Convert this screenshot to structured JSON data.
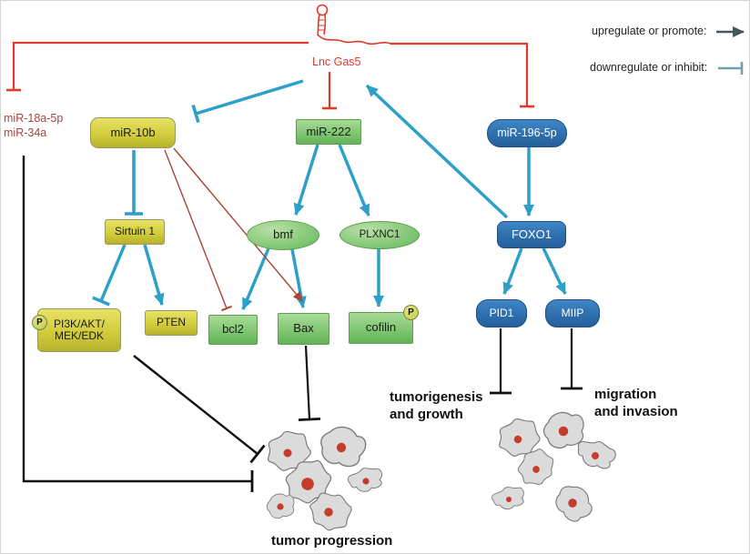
{
  "legend": {
    "promote": "upregulate or promote:",
    "inhibit": "downregulate or inhibit:"
  },
  "nodes": {
    "lnc_gas5": "Lnc Gas5",
    "mir_18a_5p": "miR-18a-5p",
    "mir_34a": "miR-34a",
    "mir_10b": "miR-10b",
    "mir_222": "miR-222",
    "mir_196_5p": "miR-196-5p",
    "sirtuin_1": "Sirtuin 1",
    "pi3k_line1": "PI3K/AKT/",
    "pi3k_line2": "MEK/EDK",
    "pten": "PTEN",
    "bcl2": "bcl2",
    "bax": "Bax",
    "bmf": "bmf",
    "plxnc1": "PLXNC1",
    "cofilin": "cofilin",
    "foxo1": "FOXO1",
    "pid1": "PID1",
    "miip": "MIIP",
    "phospho_badge": "P"
  },
  "outcomes": {
    "tumorigenesis": "tumorigenesis and growth",
    "migration": "migration and invasion",
    "tumor_progression": "tumor progression"
  },
  "colors": {
    "red": "#e2392b",
    "brick_red": "#a94436",
    "teal": "#2d9fc9",
    "yellow_node": "#d2cc3c",
    "green_node": "#7cc56f",
    "blue_node": "#2e6fae",
    "black": "#111111",
    "cell_fill": "#dbdbdb",
    "cell_border": "#7a7a7a",
    "nucleus": "#c43c2c"
  },
  "edges": [
    {
      "from": "Lnc Gas5",
      "to": "miR-18a-5p / miR-34a",
      "type": "inhibit"
    },
    {
      "from": "Lnc Gas5",
      "to": "miR-10b",
      "type": "inhibit"
    },
    {
      "from": "Lnc Gas5",
      "to": "miR-222",
      "type": "inhibit"
    },
    {
      "from": "Lnc Gas5",
      "to": "miR-196-5p",
      "type": "inhibit"
    },
    {
      "from": "FOXO1",
      "to": "Lnc Gas5",
      "type": "promote"
    },
    {
      "from": "miR-10b",
      "to": "Sirtuin 1",
      "type": "inhibit"
    },
    {
      "from": "Sirtuin 1",
      "to": "PI3K/AKT/MEK/EDK",
      "type": "inhibit"
    },
    {
      "from": "Sirtuin 1",
      "to": "PTEN",
      "type": "promote"
    },
    {
      "from": "miR-10b",
      "to": "bcl2",
      "type": "inhibit"
    },
    {
      "from": "miR-10b",
      "to": "Bax",
      "type": "promote"
    },
    {
      "from": "miR-222",
      "to": "bmf",
      "type": "promote"
    },
    {
      "from": "miR-222",
      "to": "PLXNC1",
      "type": "promote"
    },
    {
      "from": "bmf",
      "to": "bcl2",
      "type": "promote"
    },
    {
      "from": "bmf",
      "to": "Bax",
      "type": "promote"
    },
    {
      "from": "PLXNC1",
      "to": "cofilin",
      "type": "promote"
    },
    {
      "from": "miR-196-5p",
      "to": "FOXO1",
      "type": "promote"
    },
    {
      "from": "FOXO1",
      "to": "PID1",
      "type": "promote"
    },
    {
      "from": "FOXO1",
      "to": "MIIP",
      "type": "promote"
    },
    {
      "from": "PID1",
      "to": "tumorigenesis and growth",
      "type": "inhibit"
    },
    {
      "from": "MIIP",
      "to": "migration and invasion",
      "type": "inhibit"
    },
    {
      "from": "Bax",
      "to": "tumor progression",
      "type": "inhibit"
    },
    {
      "from": "PTEN",
      "to": "tumor progression",
      "type": "inhibit"
    },
    {
      "from": "miR-18a-5p / miR-34a",
      "to": "tumor progression",
      "type": "inhibit"
    }
  ]
}
